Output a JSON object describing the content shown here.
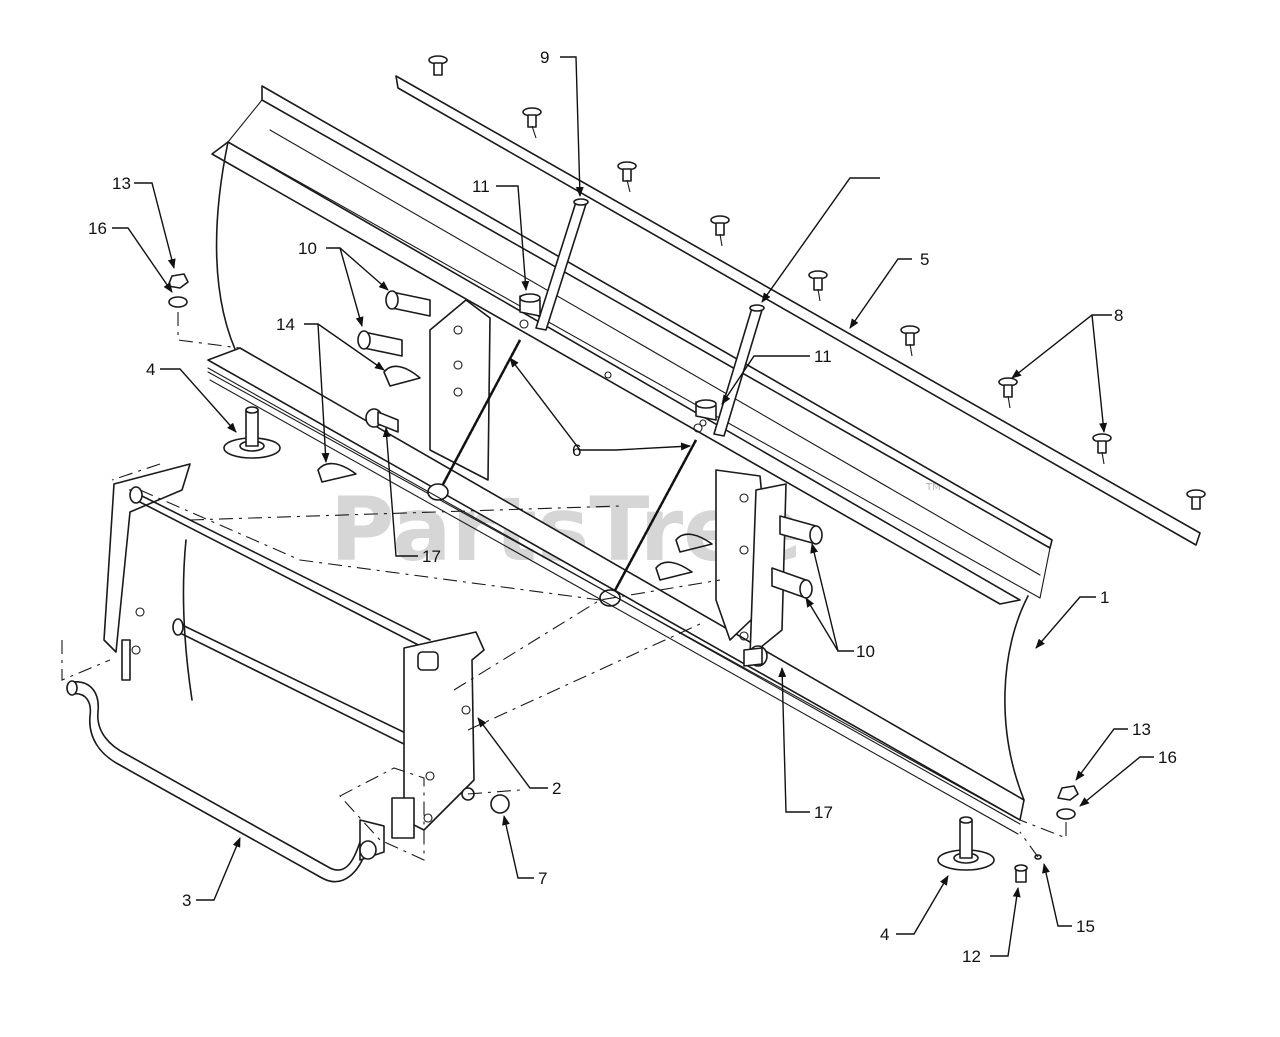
{
  "watermark": {
    "text": "PartsTree",
    "mark": "TM"
  },
  "callouts": [
    {
      "id": "c9",
      "label": "9"
    },
    {
      "id": "c11a",
      "label": "11"
    },
    {
      "id": "c11b",
      "label": "11"
    },
    {
      "id": "c13a",
      "label": "13"
    },
    {
      "id": "c16a",
      "label": "16"
    },
    {
      "id": "c10a",
      "label": "10"
    },
    {
      "id": "c14",
      "label": "14"
    },
    {
      "id": "c4a",
      "label": "4"
    },
    {
      "id": "c5",
      "label": "5"
    },
    {
      "id": "c8",
      "label": "8"
    },
    {
      "id": "c6",
      "label": "6"
    },
    {
      "id": "c17a",
      "label": "17"
    },
    {
      "id": "c1",
      "label": "1"
    },
    {
      "id": "c10b",
      "label": "10"
    },
    {
      "id": "c2",
      "label": "2"
    },
    {
      "id": "c17b",
      "label": "17"
    },
    {
      "id": "c13b",
      "label": "13"
    },
    {
      "id": "c16b",
      "label": "16"
    },
    {
      "id": "c7",
      "label": "7"
    },
    {
      "id": "c3",
      "label": "3"
    },
    {
      "id": "c4b",
      "label": "4"
    },
    {
      "id": "c15",
      "label": "15"
    },
    {
      "id": "c12",
      "label": "12"
    }
  ]
}
